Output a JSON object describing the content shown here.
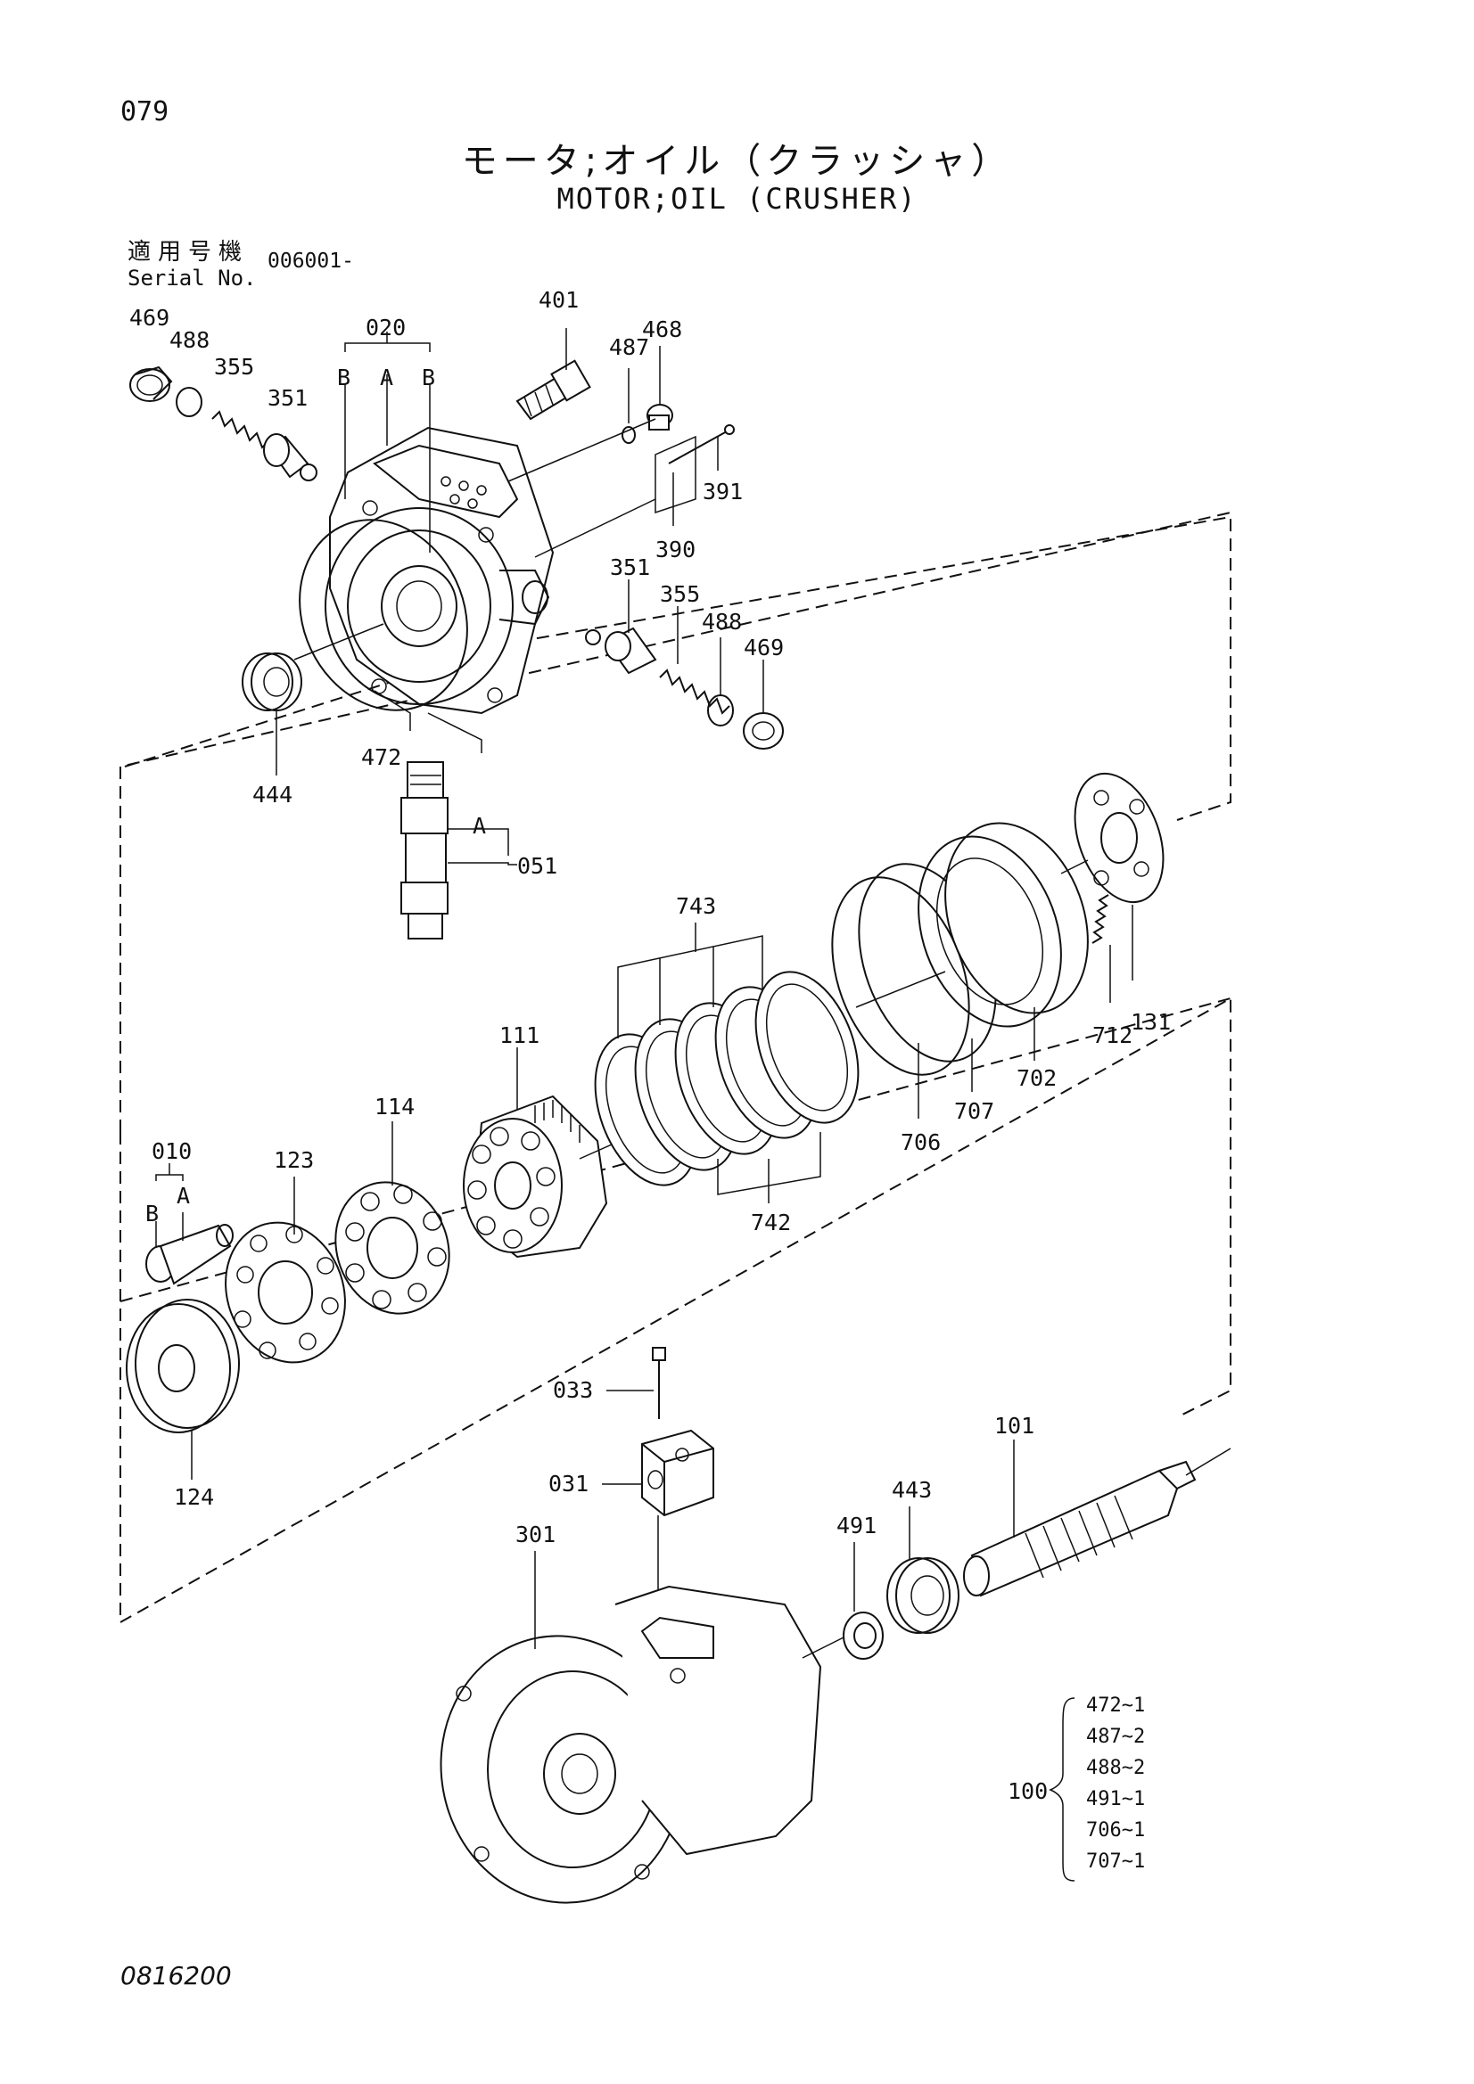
{
  "page_number": "079",
  "title_ja": "モータ;オイル（クラッシャ）",
  "title_en": "MOTOR;OIL (CRUSHER)",
  "serial_label_ja": "適用号機",
  "serial_label_en": "Serial No.",
  "serial_value": "006001-",
  "footer_code": "0816200",
  "labels": {
    "p469a": "469",
    "p488a": "488",
    "p355a": "355",
    "p351a": "351",
    "p020": "020",
    "pB1": "B",
    "pA1": "A",
    "pB2": "B",
    "p401": "401",
    "p487": "487",
    "p468": "468",
    "p391": "391",
    "p390": "390",
    "p351b": "351",
    "p355b": "355",
    "p488b": "488",
    "p469b": "469",
    "p444": "444",
    "p472": "472",
    "pA2": "A",
    "p051": "051",
    "p743": "743",
    "p111": "111",
    "p114": "114",
    "p010": "010",
    "pB3": "B",
    "pA3": "A",
    "p123": "123",
    "p742": "742",
    "p706": "706",
    "p707": "707",
    "p702": "702",
    "p712": "712",
    "p131": "131",
    "p124": "124",
    "p033": "033",
    "p031": "031",
    "p301": "301",
    "p491": "491",
    "p443": "443",
    "p101": "101"
  },
  "kit": {
    "id": "100",
    "items": [
      "472~1",
      "487~2",
      "488~2",
      "491~1",
      "706~1",
      "707~1"
    ]
  }
}
